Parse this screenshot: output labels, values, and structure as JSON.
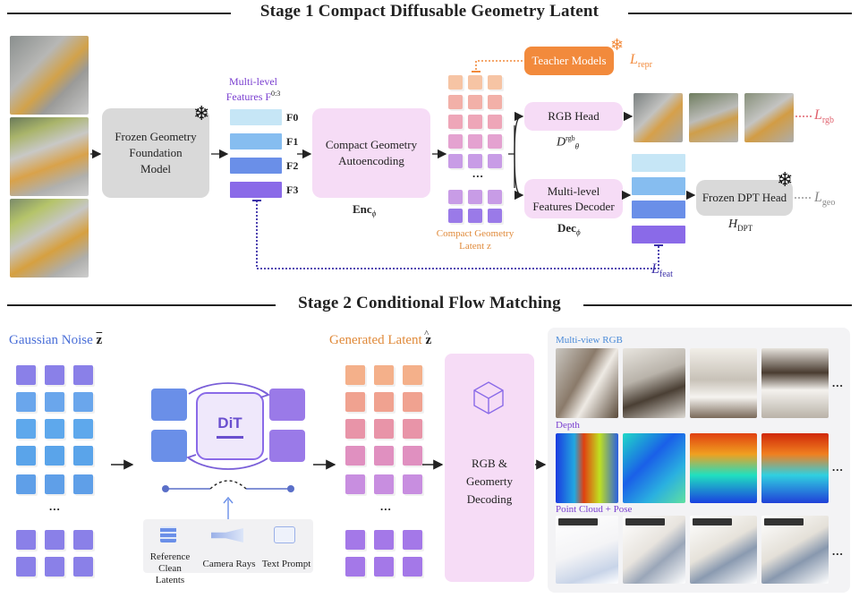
{
  "stage1": {
    "title": "Stage 1 Compact Diffusable Geometry Latent",
    "frozen_foundation": "Frozen Geometry Foundation Model",
    "multi_level_features": "Multi-level Features F",
    "features_sup": "0:3",
    "feature_levels": [
      "F0",
      "F1",
      "F2",
      "F3"
    ],
    "compact_autoencoding": "Compact Geometry Autoencoding",
    "enc_label": "Enc",
    "enc_sub": "ϕ",
    "latent_label": "Compact Geometry Latent z",
    "latent_dots": "...",
    "teacher_models": "Teacher Models",
    "loss_repr": "L",
    "loss_repr_sub": "repr",
    "rgb_head": "RGB Head",
    "rgb_head_math": "D",
    "rgb_head_sup": "rgb",
    "rgb_head_sub": "θ",
    "features_decoder": "Multi-level Features Decoder",
    "dec_label": "Dec",
    "dec_sub": "ϕ",
    "frozen_dpt": "Frozen DPT Head",
    "dpt_math": "H",
    "dpt_sub": "DPT",
    "loss_rgb": "L",
    "loss_rgb_sub": "rgb",
    "loss_geo": "L",
    "loss_geo_sub": "geo",
    "loss_feat": "L",
    "loss_feat_sub": "feat"
  },
  "stage2": {
    "title": "Stage 2  Conditional Flow Matching",
    "gaussian_noise": "Gaussian Noise",
    "noise_symbol": "z",
    "noise_dots": "...",
    "dit": "DiT",
    "conditions": [
      "Reference Clean Latents",
      "Camera Rays",
      "Text Prompt"
    ],
    "generated_latent": "Generated Latent",
    "latent_symbol": "z",
    "gen_dots": "...",
    "decoding": "RGB & Geomerty Decoding",
    "multi_view_rgb": "Multi-view RGB",
    "depth": "Depth",
    "point_cloud": "Point Cloud + Pose",
    "row_dots": "..."
  },
  "colors": {
    "teacher": "#f28a3c",
    "loss_rgb": "#e0626e",
    "loss_feat": "#3b2fa8",
    "frozen_box": "#d9d9d9",
    "pink_box": "#f6dcf6",
    "purple_text": "#7a3fd0",
    "blue_text": "#4a6fd8",
    "orange_text": "#e08a3a"
  }
}
